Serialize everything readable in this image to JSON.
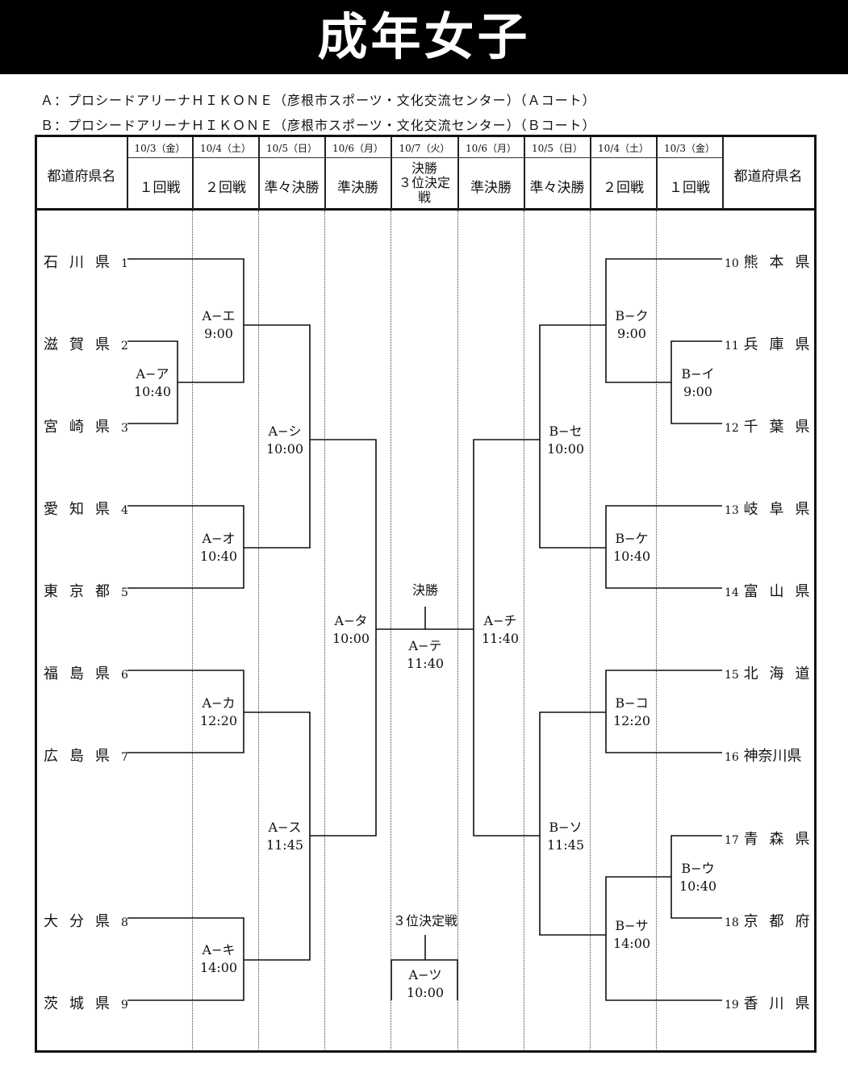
{
  "title": "成年女子",
  "venues": [
    "Ａ：プロシードアリーナＨＩＫＯＮＥ（彦根市スポーツ・文化交流センター）（Ａコート）",
    "Ｂ：プロシードアリーナＨＩＫＯＮＥ（彦根市スポーツ・文化交流センター）（Ｂコート）"
  ],
  "header": {
    "pref_label": "都道府県名",
    "columns": [
      {
        "date": "10/3（金）",
        "round": "１回戦"
      },
      {
        "date": "10/4（土）",
        "round": "２回戦"
      },
      {
        "date": "10/5（日）",
        "round": "準々決勝"
      },
      {
        "date": "10/6（月）",
        "round": "準決勝"
      },
      {
        "date": "10/7（火）",
        "round": "決勝\n３位決定\n戦"
      },
      {
        "date": "10/6（月）",
        "round": "準決勝"
      },
      {
        "date": "10/5（日）",
        "round": "準々決勝"
      },
      {
        "date": "10/4（土）",
        "round": "２回戦"
      },
      {
        "date": "10/3（金）",
        "round": "１回戦"
      }
    ]
  },
  "left_teams": [
    {
      "name": "石川県",
      "num": "1"
    },
    {
      "name": "滋賀県",
      "num": "2"
    },
    {
      "name": "宮崎県",
      "num": "3"
    },
    {
      "name": "愛知県",
      "num": "4"
    },
    {
      "name": "東京都",
      "num": "5"
    },
    {
      "name": "福島県",
      "num": "6"
    },
    {
      "name": "広島県",
      "num": "7"
    },
    {
      "name": "大分県",
      "num": "8"
    },
    {
      "name": "茨城県",
      "num": "9"
    }
  ],
  "right_teams": [
    {
      "name": "熊本県",
      "num": "10"
    },
    {
      "name": "兵庫県",
      "num": "11"
    },
    {
      "name": "千葉県",
      "num": "12"
    },
    {
      "name": "岐阜県",
      "num": "13"
    },
    {
      "name": "富山県",
      "num": "14"
    },
    {
      "name": "北海道",
      "num": "15"
    },
    {
      "name": "神奈川県",
      "num": "16"
    },
    {
      "name": "青森県",
      "num": "17"
    },
    {
      "name": "京都府",
      "num": "18"
    },
    {
      "name": "香川県",
      "num": "19"
    }
  ],
  "matches": {
    "a_a": {
      "code": "A−ア",
      "time": "10:40"
    },
    "a_e": {
      "code": "A−エ",
      "time": "9:00"
    },
    "a_o": {
      "code": "A−オ",
      "time": "10:40"
    },
    "a_ka": {
      "code": "A−カ",
      "time": "12:20"
    },
    "a_ki": {
      "code": "A−キ",
      "time": "14:00"
    },
    "a_shi": {
      "code": "A−シ",
      "time": "10:00"
    },
    "a_su": {
      "code": "A−ス",
      "time": "11:45"
    },
    "a_ta": {
      "code": "A−タ",
      "time": "10:00"
    },
    "a_chi": {
      "code": "A−チ",
      "time": "11:40"
    },
    "a_te": {
      "code": "A−テ",
      "time": "11:40"
    },
    "a_tsu": {
      "code": "A−ツ",
      "time": "10:00"
    },
    "b_i": {
      "code": "B−イ",
      "time": "9:00"
    },
    "b_u": {
      "code": "B−ウ",
      "time": "10:40"
    },
    "b_ku": {
      "code": "B−ク",
      "time": "9:00"
    },
    "b_ke": {
      "code": "B−ケ",
      "time": "10:40"
    },
    "b_ko": {
      "code": "B−コ",
      "time": "12:20"
    },
    "b_sa": {
      "code": "B−サ",
      "time": "14:00"
    },
    "b_se": {
      "code": "B−セ",
      "time": "10:00"
    },
    "b_so": {
      "code": "B−ソ",
      "time": "11:45"
    }
  },
  "final_label": "決勝",
  "third_label": "３位決定戦"
}
